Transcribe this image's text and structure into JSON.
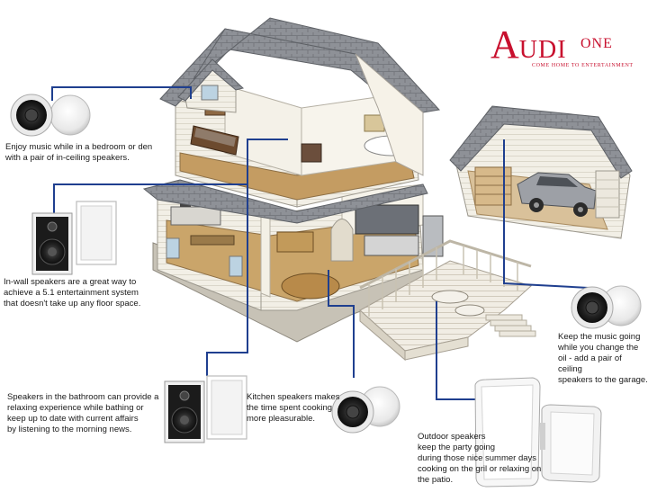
{
  "brand": {
    "name_big": "A",
    "name_rest": "UDI",
    "name_o": "ONE",
    "tagline": "COME HOME TO ENTERTAINMENT"
  },
  "callouts": {
    "bedroom": [
      "Enjoy music while in a bedroom or den",
      "with a pair of in-ceiling speakers."
    ],
    "inwall": [
      "In-wall speakers are a great way to",
      "achieve a 5.1 entertainment system",
      "that doesn't take up any floor space."
    ],
    "bathroom": [
      "Speakers in the bathroom can provide a",
      "relaxing experience while bathing or",
      "keep up to date with current affairs",
      "by listening to the morning news."
    ],
    "kitchen": [
      "Kitchen speakers makes",
      "the time spent cooking",
      "more pleasurable."
    ],
    "garage": [
      "Keep the music going",
      "while you change the",
      "oil - add a pair of ceiling",
      "speakers to the garage."
    ],
    "outdoor": [
      "Outdoor speakers",
      "keep the party going",
      "during those nice summer days",
      "cooking on the gril or relaxing on",
      "the patio."
    ]
  },
  "colors": {
    "leader": "#1f3f8f",
    "roof": "#8a8d93",
    "wall": "#eeeadf",
    "floor": "#c9a46a",
    "brand": "#c8102e"
  }
}
